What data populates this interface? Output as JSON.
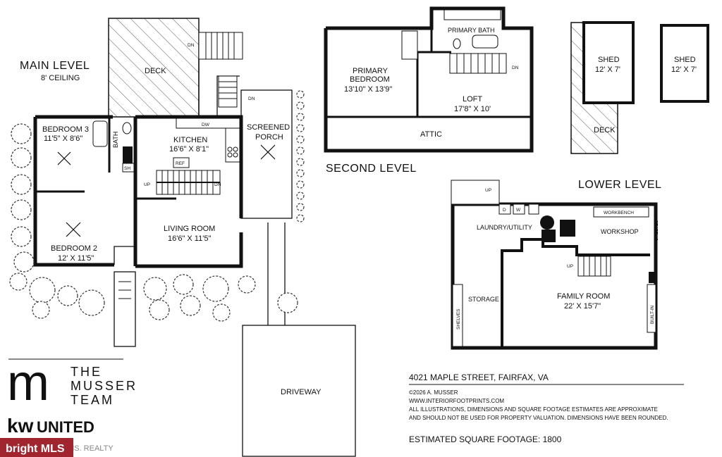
{
  "levels": {
    "main": "MAIN LEVEL",
    "main_ceiling": "8' CEILING",
    "second": "SECOND LEVEL",
    "lower": "LOWER LEVEL"
  },
  "rooms": {
    "deck": "DECK",
    "bedroom3": "BEDROOM 3",
    "bedroom3_dim": "11'5\" X 8'6\"",
    "bath": "BATH",
    "sh": "SH",
    "kitchen": "KITCHEN",
    "kitchen_dim": "16'6\" X 8'1\"",
    "dw": "DW",
    "ref": "REF",
    "screened_porch_1": "SCREENED",
    "screened_porch_2": "PORCH",
    "living_room": "LIVING ROOM",
    "living_room_dim": "16'6\" X 11'5\"",
    "bedroom2": "BEDROOM 2",
    "bedroom2_dim": "12' X 11'5\"",
    "driveway": "DRIVEWAY",
    "primary_bath": "PRIMARY BATH",
    "primary_bedroom_1": "PRIMARY",
    "primary_bedroom_2": "BEDROOM",
    "primary_bedroom_dim": "13'10\" X 13'9\"",
    "loft": "LOFT",
    "loft_dim": "17'8\" X 10'",
    "attic": "ATTIC",
    "shed1": "SHED",
    "shed1_dim": "12' X 7'",
    "shed2": "SHED",
    "shed2_dim": "12' X 7'",
    "deck2": "DECK",
    "laundry": "LAUNDRY/UTILITY",
    "workbench": "WORKBENCH",
    "workshop": "WORKSHOP",
    "shelves_right": "SHELVES",
    "storage": "STORAGE",
    "shelves_left": "SHELVES",
    "family_room": "FAMILY ROOM",
    "family_room_dim": "22' X 15'7\"",
    "built_in": "BUILT-IN",
    "d": "D",
    "w": "W"
  },
  "stairs": {
    "dn": "DN",
    "up": "UP"
  },
  "info": {
    "address": "4021 MAPLE STREET, FAIRFAX, VA",
    "copyright": "©2026 A. MUSSER",
    "website": "WWW.INTERIORFOOTPRINTS.COM",
    "disclaimer_1": "ALL ILLUSTRATIONS, DIMENSIONS AND SQUARE FOOTAGE ESTIMATES ARE APPROXIMATE",
    "disclaimer_2": "AND  SHOULD NOT BE USED FOR PROPERTY VALUATION. DIMENSIONS HAVE BEEN ROUNDED.",
    "sqft": "ESTIMATED SQUARE FOOTAGE: 1800"
  },
  "branding": {
    "logo_letter": "m",
    "team_line1": "THE",
    "team_line2": "MUSSER",
    "team_line3": "TEAM",
    "kw": "kw",
    "kw_united": "UNITED",
    "kw_sub": "WILLIAMS. REALTY",
    "mls": "bright MLS"
  }
}
